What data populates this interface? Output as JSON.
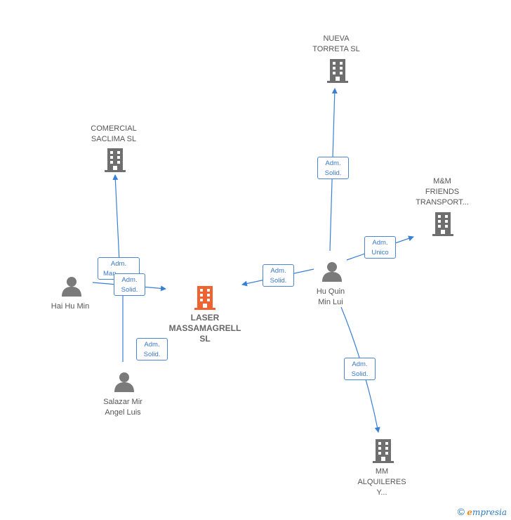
{
  "nodes": {
    "nueva": {
      "label": "NUEVA\nTORRETA  SL",
      "type": "company"
    },
    "comercial": {
      "label": "COMERCIAL\nSACLIMA SL",
      "type": "company"
    },
    "mm_friends": {
      "label": "M&M\nFRIENDS\nTRANSPORT...",
      "type": "company"
    },
    "laser": {
      "label": "LASER\nMASSAMAGRELL\nSL",
      "type": "company-main"
    },
    "mm_alquileres": {
      "label": "MM\nALQUILERES\nY...",
      "type": "company"
    },
    "hai": {
      "label": "Hai Hu Min",
      "type": "person"
    },
    "hu_quin": {
      "label": "Hu Quin\nMin Lui",
      "type": "person"
    },
    "salazar": {
      "label": "Salazar Mir\nAngel Luis",
      "type": "person"
    }
  },
  "edges": [
    {
      "id": "hai_comercial",
      "line1": "Adm.",
      "line2": "Man..."
    },
    {
      "id": "hai_laser",
      "line1": "Adm.",
      "line2": "Solid."
    },
    {
      "id": "salazar_laser",
      "line1": "Adm.",
      "line2": "Solid."
    },
    {
      "id": "huquin_laser",
      "line1": "Adm.",
      "line2": "Solid."
    },
    {
      "id": "huquin_nueva",
      "line1": "Adm.",
      "line2": "Solid."
    },
    {
      "id": "huquin_mmfriends",
      "line1": "Adm.",
      "line2": "Unico"
    },
    {
      "id": "huquin_mmalq",
      "line1": "Adm.",
      "line2": "Solid."
    }
  ],
  "colors": {
    "edge": "#3a7fd5",
    "company_icon": "#6f6f6f",
    "main_company_icon": "#f0622f",
    "person_icon": "#7a7a7a"
  },
  "copyright": {
    "symbol": "©",
    "brand_first": "e",
    "brand_rest": "mpresia"
  }
}
